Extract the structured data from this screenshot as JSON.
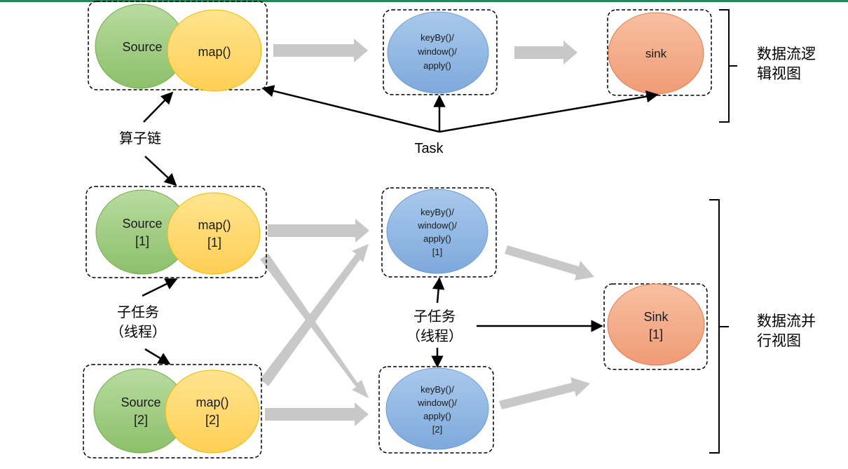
{
  "logical": {
    "source_label": "Source",
    "map_label": "map()",
    "keyby_lines": [
      "keyBy()/",
      "window()/",
      "apply()"
    ],
    "sink_label": "sink",
    "chain_label": "算子链",
    "task_label": "Task",
    "bracket_lines": [
      "数据流逻",
      "辑视图"
    ]
  },
  "parallel": {
    "source1_lines": [
      "Source",
      "[1]"
    ],
    "map1_lines": [
      "map()",
      "[1]"
    ],
    "source2_lines": [
      "Source",
      "[2]"
    ],
    "map2_lines": [
      "map()",
      "[2]"
    ],
    "keyby1_lines": [
      "keyBy()/",
      "window()/",
      "apply()",
      "[1]"
    ],
    "keyby2_lines": [
      "keyBy()/",
      "window()/",
      "apply()",
      "[2]"
    ],
    "sink_lines": [
      "Sink",
      "[1]"
    ],
    "subtask_left_lines": [
      "子任务",
      "（线程）"
    ],
    "subtask_mid_lines": [
      "子任务",
      "（线程）"
    ],
    "bracket_lines": [
      "数据流并",
      "行视图"
    ]
  },
  "colors": {
    "top_rule": "#1f8a5a",
    "source_fill": "#a9d18e",
    "source_stroke": "#70ad47",
    "map_fill": "#ffd966",
    "map_stroke": "#f2b800",
    "keyby_fill": "#9dc3e6",
    "keyby_stroke": "#6b9bd1",
    "sink_fill": "#f4b183",
    "sink_stroke": "#e07a4f",
    "flow_arrow": "#c8c8c8"
  }
}
